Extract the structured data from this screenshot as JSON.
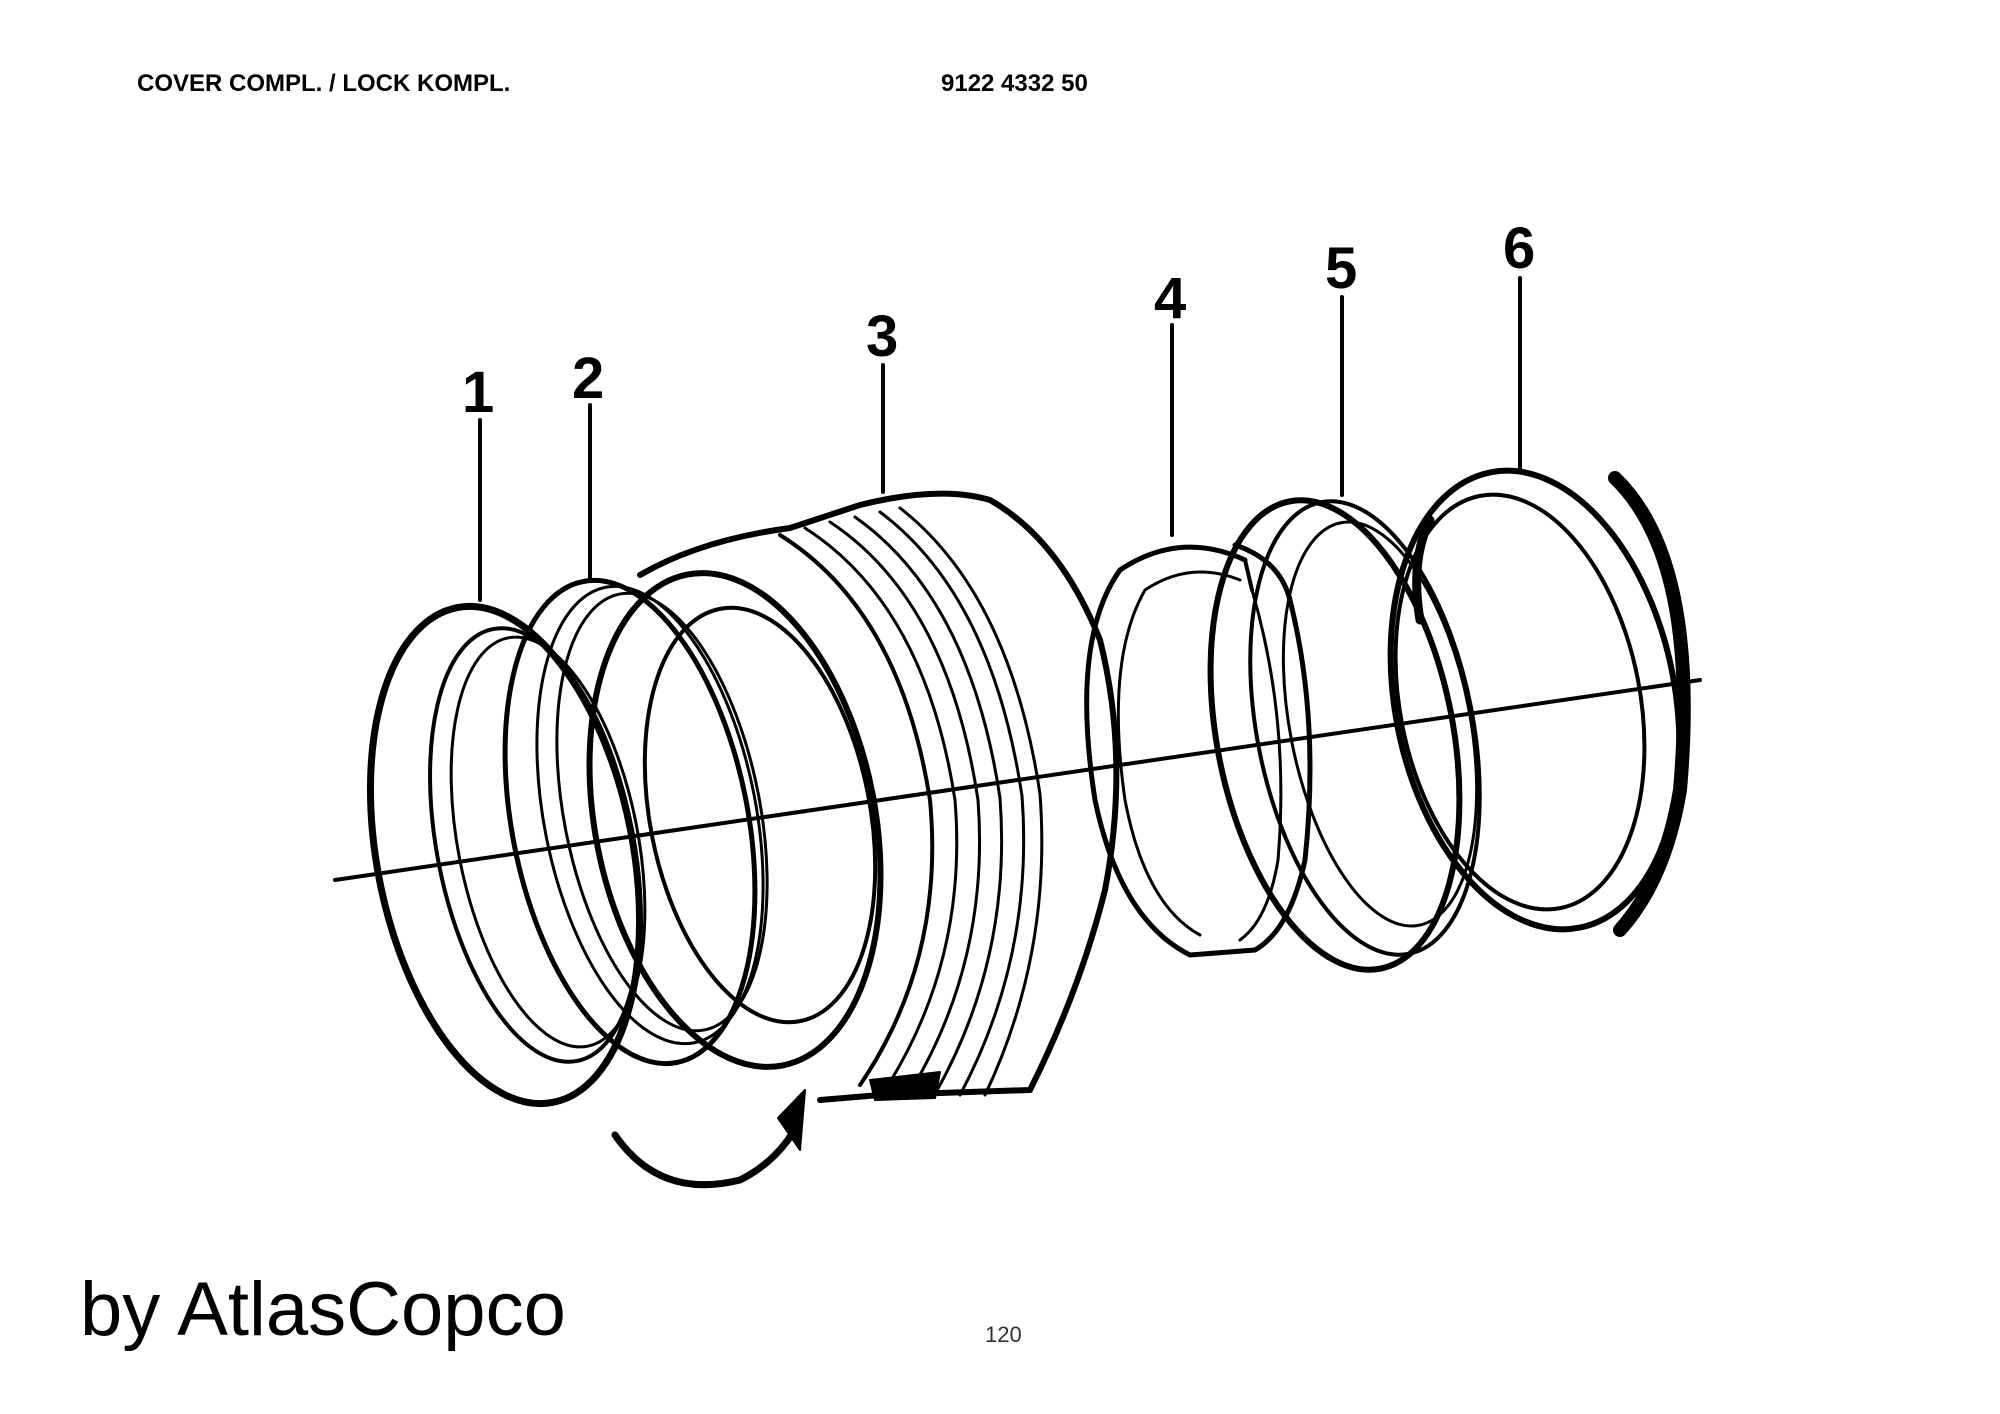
{
  "header": {
    "title": "COVER COMPL. / LOCK KOMPL.",
    "part_number": "9122 4332 50"
  },
  "diagram": {
    "callouts": [
      "1",
      "2",
      "3",
      "4",
      "5",
      "6"
    ]
  },
  "footer": {
    "brand": "by AtlasCopco",
    "page_number": "120"
  }
}
